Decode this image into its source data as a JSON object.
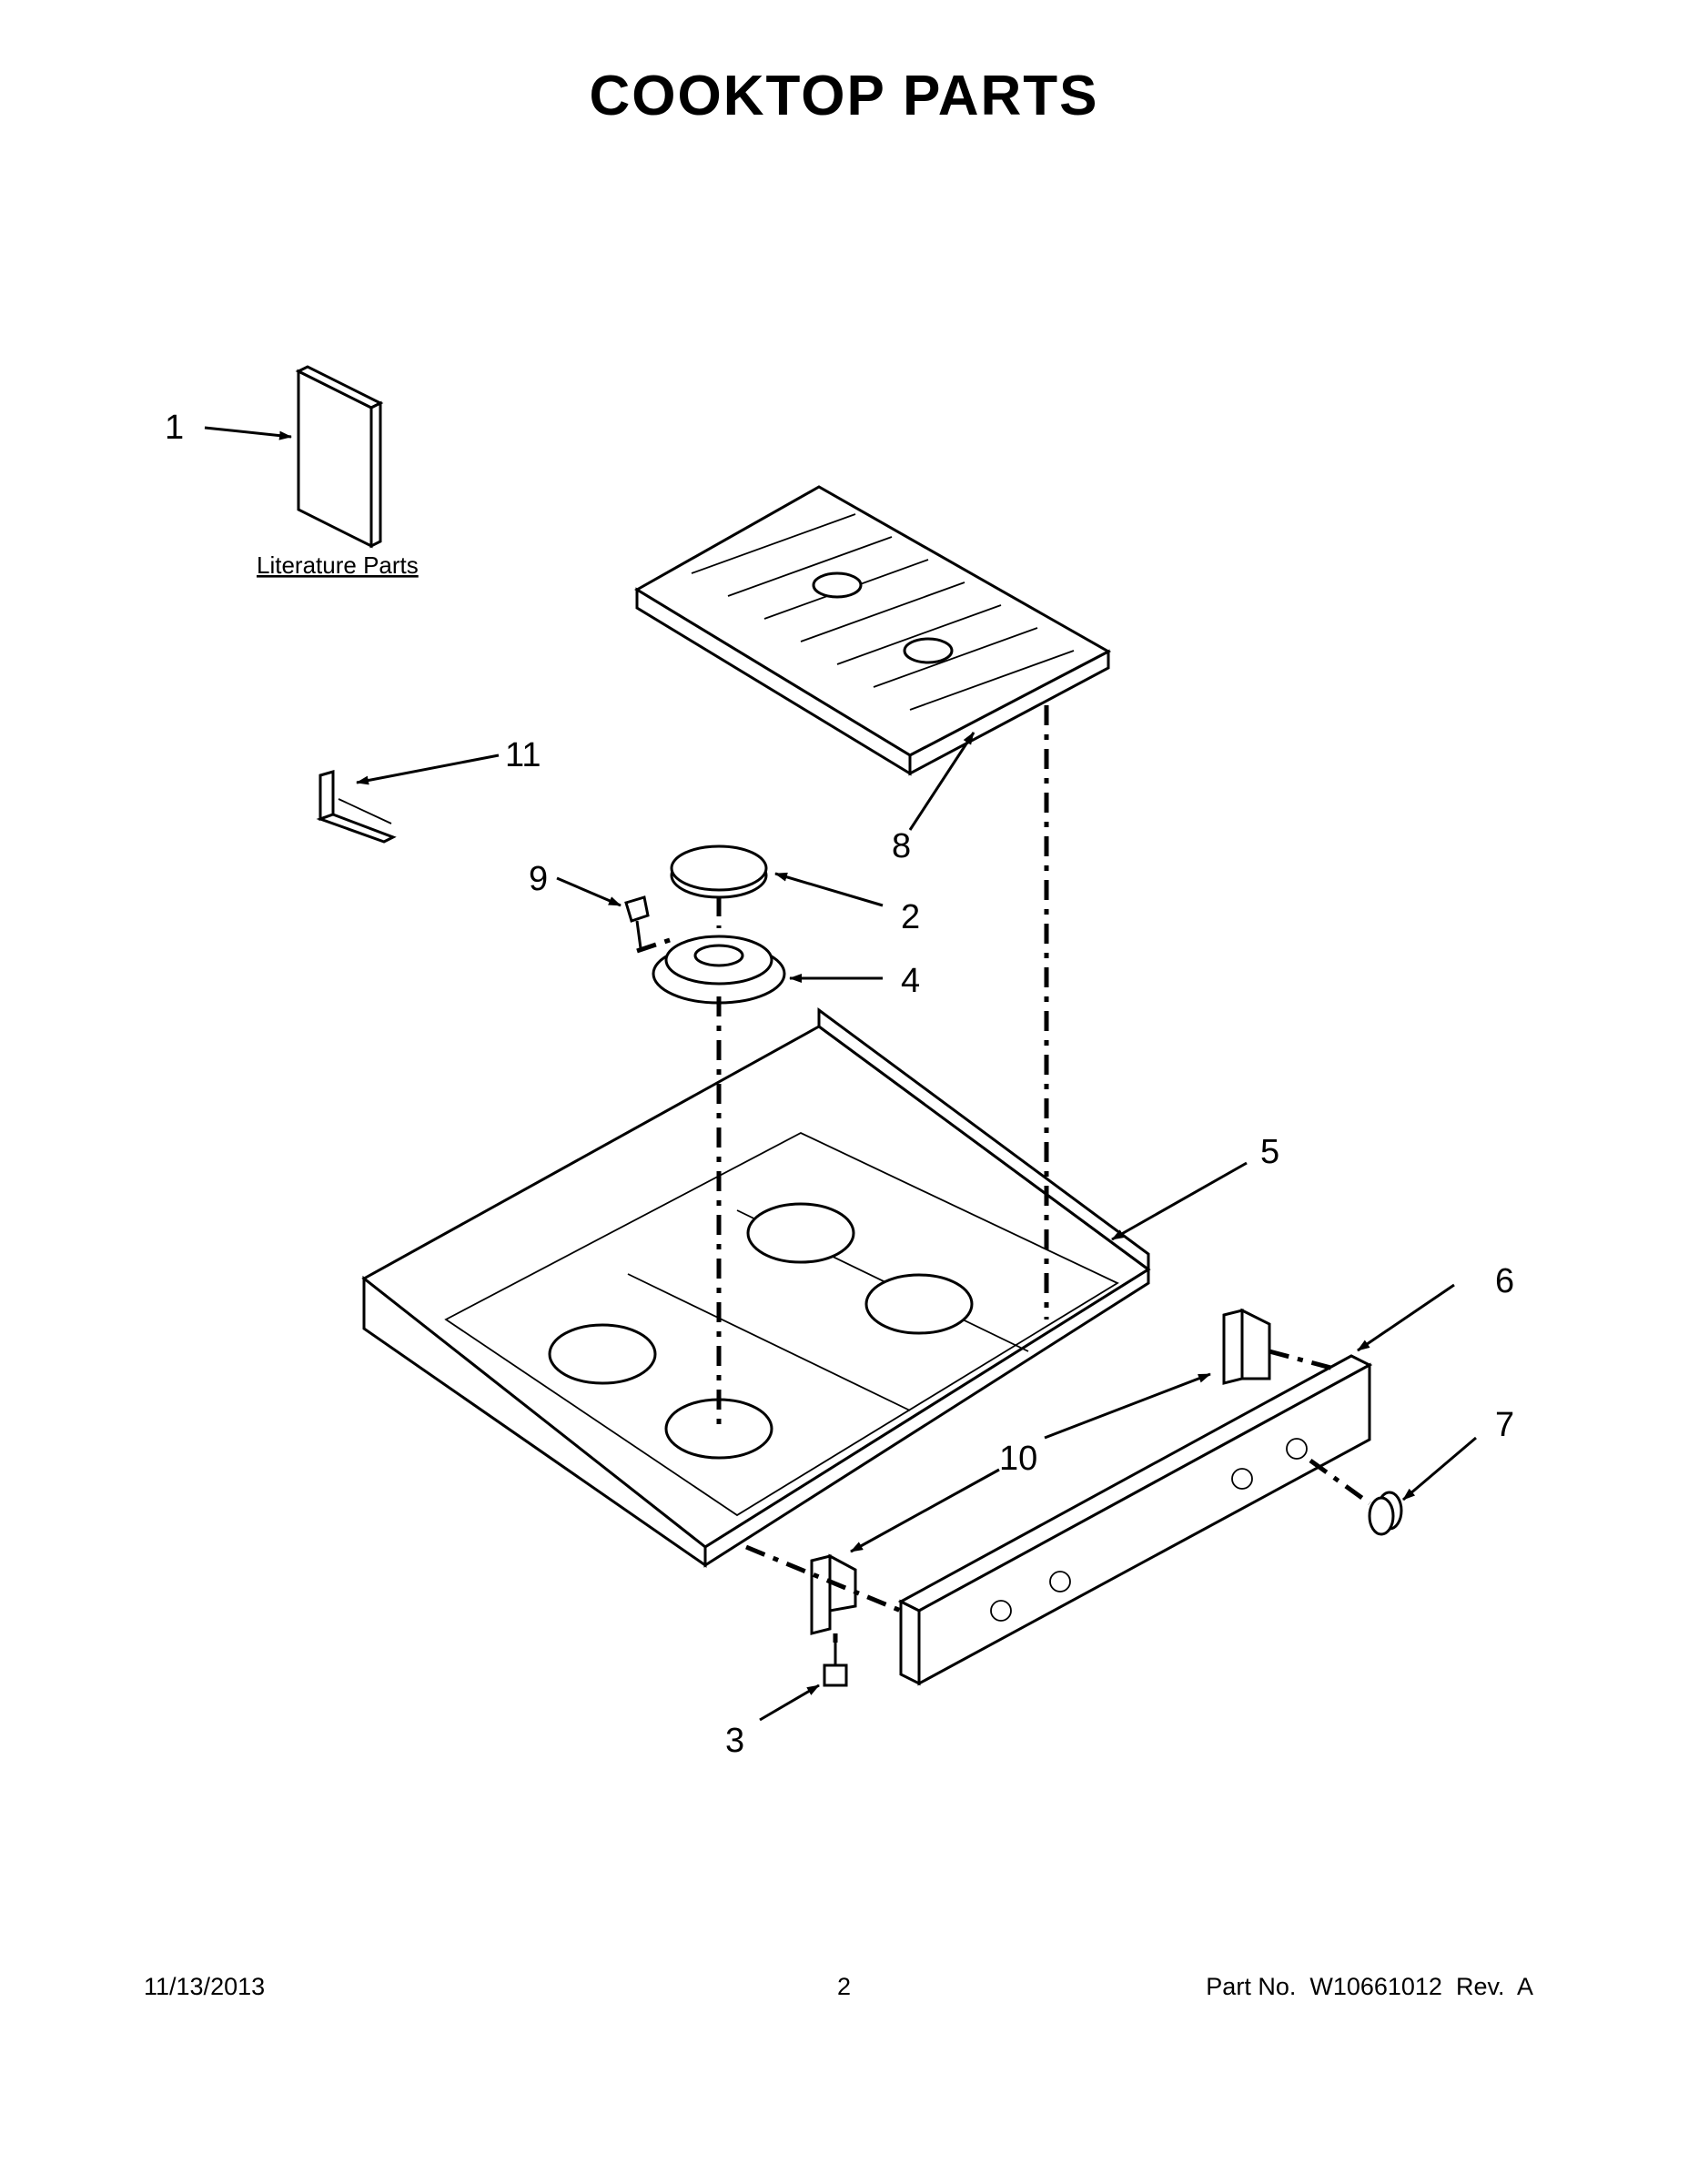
{
  "title": "COOKTOP PARTS",
  "literature_label": "Literature Parts",
  "callouts": [
    "1",
    "2",
    "3",
    "4",
    "5",
    "6",
    "7",
    "8",
    "9",
    "10",
    "10",
    "11"
  ],
  "footer": {
    "date": "11/13/2013",
    "page": "2",
    "part_no": "Part No.  W10661012  Rev.  A"
  }
}
